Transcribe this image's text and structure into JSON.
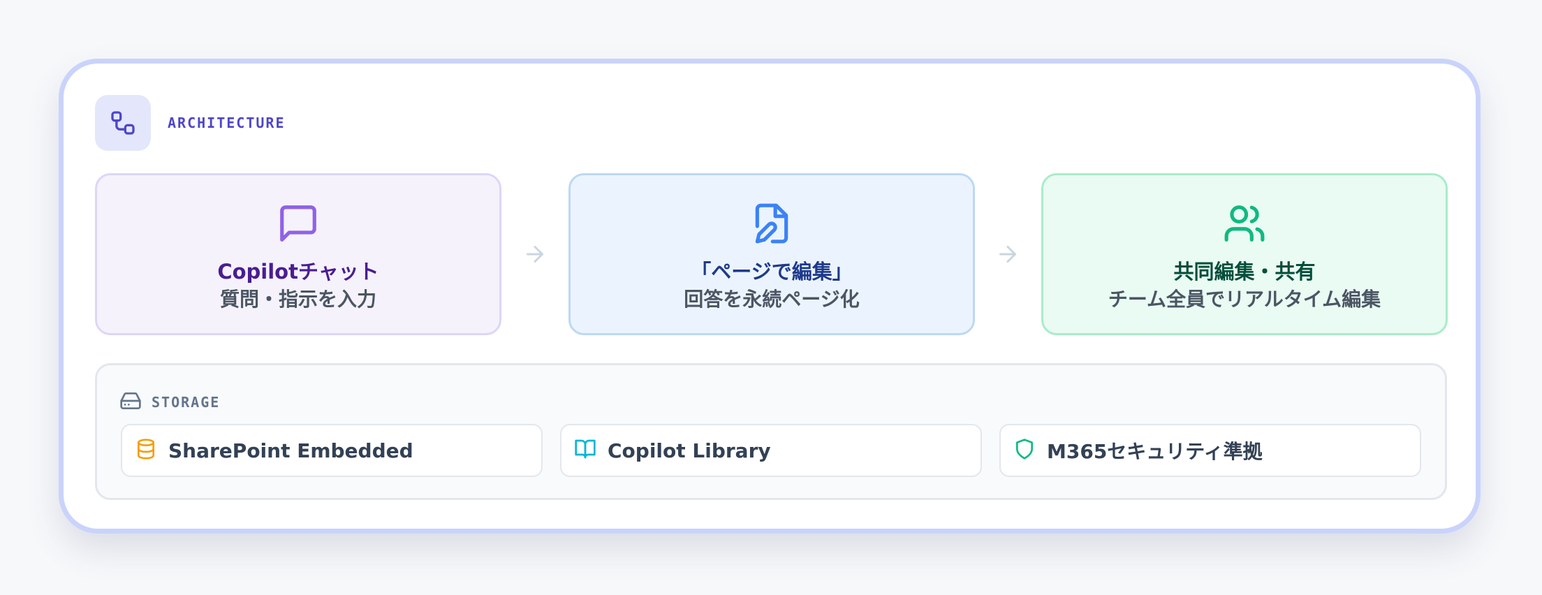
{
  "header": {
    "label": "ARCHITECTURE",
    "icon": "architecture-icon",
    "accent": "#4f46c9"
  },
  "steps": [
    {
      "id": "chat",
      "title": "Copilotチャット",
      "description": "質問・指示を入力",
      "icon": "chat-bubble-icon",
      "color": "#9061e6"
    },
    {
      "id": "page",
      "title": "「ページで編集」",
      "description": "回答を永続ページ化",
      "icon": "file-edit-icon",
      "color": "#3b82f6"
    },
    {
      "id": "collab",
      "title": "共同編集・共有",
      "description": "チーム全員でリアルタイム編集",
      "icon": "users-icon",
      "color": "#10b981"
    }
  ],
  "storage": {
    "label": "STORAGE",
    "icon": "hard-drive-icon",
    "items": [
      {
        "label": "SharePoint Embedded",
        "icon": "database-icon",
        "color": "#f59e0b"
      },
      {
        "label": "Copilot Library",
        "icon": "book-open-icon",
        "color": "#06b6d4"
      },
      {
        "label": "M365セキュリティ準拠",
        "icon": "shield-icon",
        "color": "#10b981"
      }
    ]
  }
}
